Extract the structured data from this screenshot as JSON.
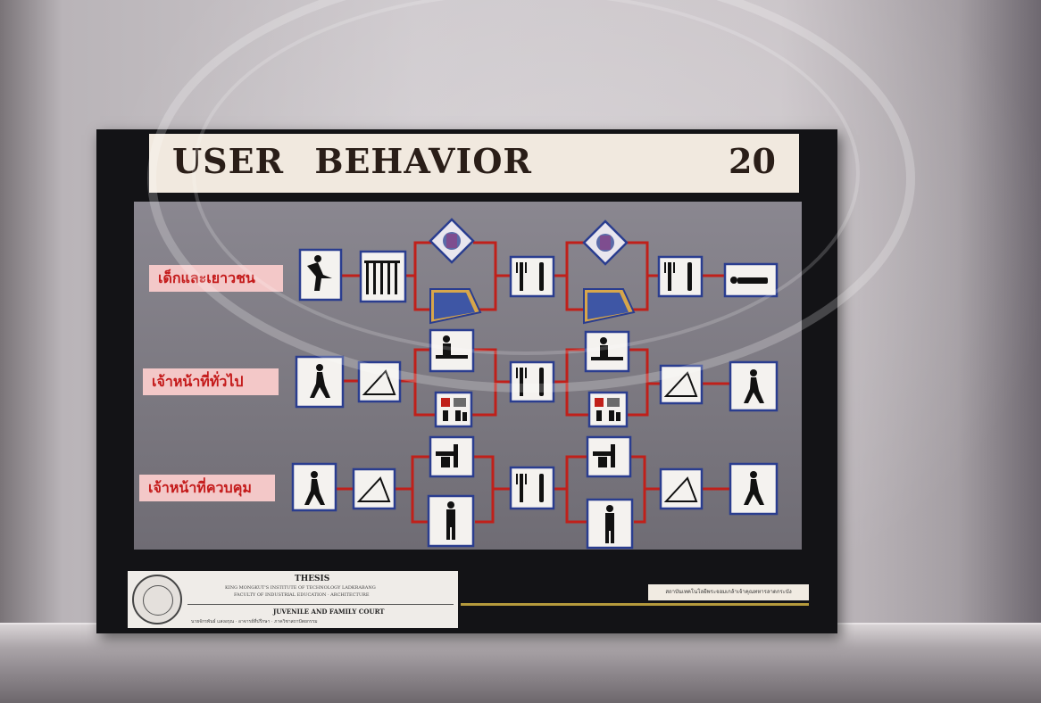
{
  "poster": {
    "title": "USER   BEHAVIOR",
    "page_number": "20"
  },
  "rows": [
    {
      "label": "เด็กและเยาวชน"
    },
    {
      "label": "เจ้าหน้าที่ทั่วไป"
    },
    {
      "label": "เจ้าหน้าที่ควบคุม"
    }
  ],
  "caption": {
    "heading": "THESIS",
    "subtitle_1": "KING MONGKUT'S INSTITUTE OF TECHNOLOGY LADKRABANG",
    "subtitle_2": "FACULTY OF INDUSTRIAL EDUCATION · ARCHITECTURE",
    "project": "JUVENILE AND FAMILY COURT",
    "names": "นายจักรพันธ์ แสงอรุณ  ·  อาจารย์ที่ปรึกษา  ·  ภาควิชาสถาปัตยกรรม"
  },
  "right_tag": "สถาบันเทคโนโลยีพระจอมเกล้าเจ้าคุณทหารลาดกระบัง",
  "icons": {
    "row1": [
      "ballet-figure-icon",
      "prison-bars-icon",
      "diamond-emblem-icon",
      "book-icon",
      "utensils-icon",
      "diamond-emblem-icon",
      "book-icon",
      "utensils-icon",
      "person-lying-icon"
    ],
    "row2": [
      "person-walking-icon",
      "triangle-icon",
      "person-desk-icon",
      "family-icon",
      "utensils-icon",
      "person-desk-icon",
      "family-icon",
      "triangle-icon",
      "person-walking-icon"
    ],
    "row3": [
      "person-walking-icon",
      "triangle-icon",
      "toilet-icon",
      "person-standing-icon",
      "utensils-icon",
      "toilet-icon",
      "person-standing-icon",
      "triangle-icon",
      "person-walking-icon"
    ]
  },
  "colors": {
    "connector": "#c0201a",
    "label_text": "#c41a1a",
    "label_bg": "#f3c8c8",
    "icon_border": "#2a3d8f"
  }
}
